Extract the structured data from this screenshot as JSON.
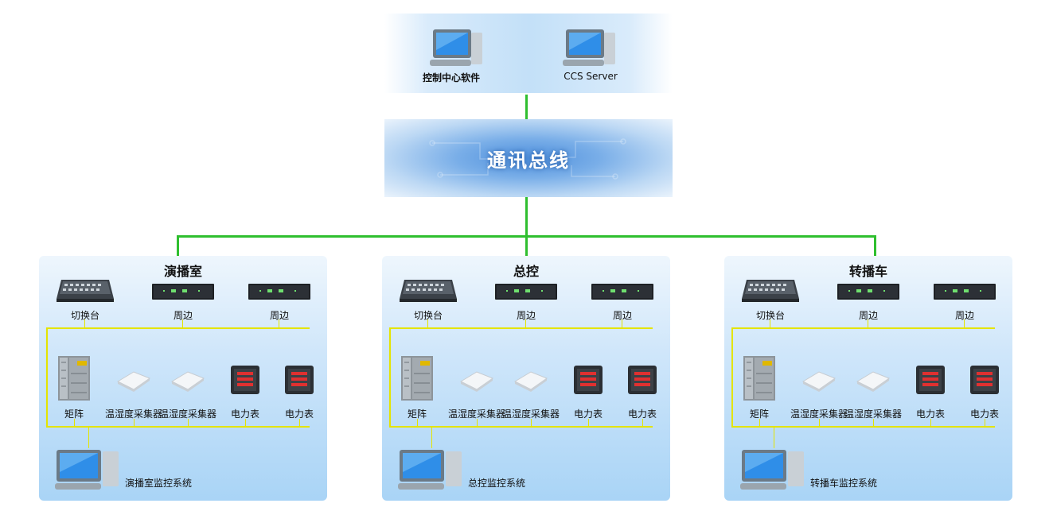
{
  "top": {
    "computers": [
      {
        "label": "控制中心软件",
        "icon": "desktop-computer-icon"
      },
      {
        "label": "CCS Server",
        "icon": "desktop-computer-icon"
      }
    ]
  },
  "bus": {
    "label": "通讯总线"
  },
  "rooms": [
    {
      "title": "演播室",
      "top_devices": [
        "切换台",
        "周边",
        "周边"
      ],
      "field_devices": [
        "矩阵",
        "温湿度采集器",
        "温湿度采集器",
        "电力表",
        "电力表"
      ],
      "monitor": "演播室监控系统"
    },
    {
      "title": "总控",
      "top_devices": [
        "切换台",
        "周边",
        "周边"
      ],
      "field_devices": [
        "矩阵",
        "温湿度采集器",
        "温湿度采集器",
        "电力表",
        "电力表"
      ],
      "monitor": "总控监控系统"
    },
    {
      "title": "转播车",
      "top_devices": [
        "切换台",
        "周边",
        "周边"
      ],
      "field_devices": [
        "矩阵",
        "温湿度采集器",
        "温湿度采集器",
        "电力表",
        "电力表"
      ],
      "monitor": "转播车监控系统"
    }
  ],
  "colors": {
    "bus_line": "#2fbf2f",
    "device_line": "#e4e400",
    "bus_panel": "#4e8fdc"
  }
}
